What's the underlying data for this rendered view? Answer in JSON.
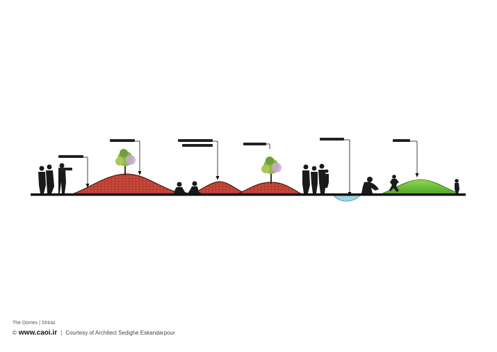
{
  "caption": {
    "title": "The Domes | Shiraz",
    "copyright_symbol": "©",
    "site": "www.caoi.ir",
    "separator": "|",
    "courtesy": "Courtesy of Architect Sedighe Eskandarpour"
  },
  "colors": {
    "ground": "#111111",
    "dome_fill": "#c8483a",
    "dome_grid": "#7a1e14",
    "grass_dome": "#6cc23a",
    "water": "#9fd6e6",
    "tree_canopy": "#8fb84a",
    "tree_blossom": "#c8a8d8",
    "silhouette": "#1a1a1a",
    "leader": "#111111"
  },
  "section": {
    "elements": [
      {
        "kind": "people-group",
        "name": "adults-standing-left"
      },
      {
        "kind": "dome",
        "name": "mesh-dome-with-tree-1",
        "has_tree": true
      },
      {
        "kind": "people-group",
        "name": "people-sitting-center"
      },
      {
        "kind": "dome",
        "name": "mesh-dome-small"
      },
      {
        "kind": "dome",
        "name": "mesh-dome-with-tree-2",
        "has_tree": true
      },
      {
        "kind": "people-group",
        "name": "family-standing"
      },
      {
        "kind": "water",
        "name": "water-basin"
      },
      {
        "kind": "people-group",
        "name": "person-crouching"
      },
      {
        "kind": "dome",
        "name": "grass-mound"
      },
      {
        "kind": "people-group",
        "name": "children-playing"
      }
    ]
  }
}
